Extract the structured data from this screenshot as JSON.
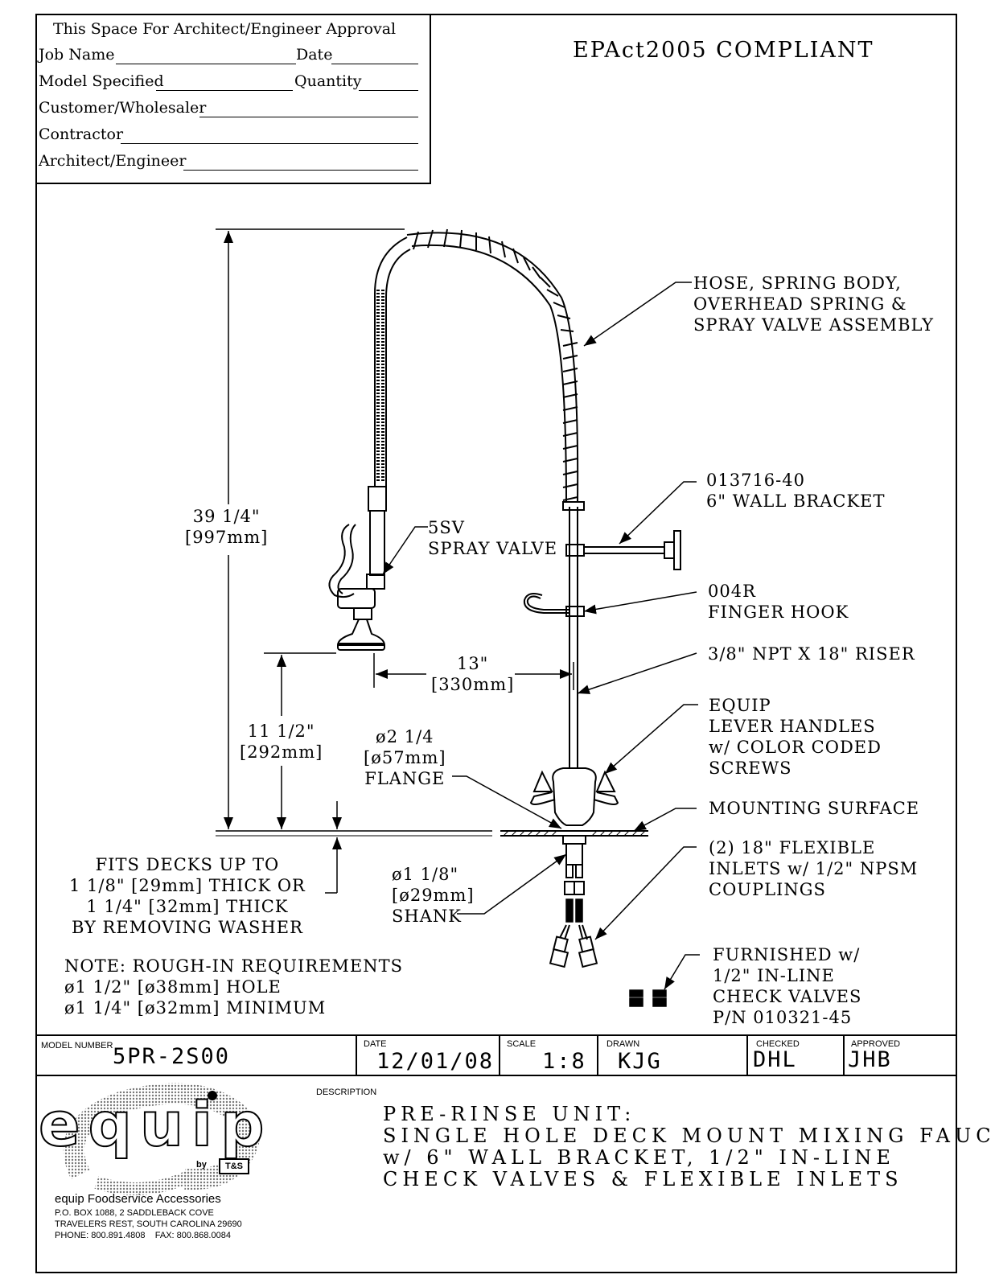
{
  "approval": {
    "title": "This Space For Architect/Engineer Approval",
    "job_name": "Job Name",
    "date": "Date",
    "model_specified": "Model Specified",
    "quantity": "Quantity",
    "customer": "Customer/Wholesaler",
    "contractor": "Contractor",
    "architect": "Architect/Engineer"
  },
  "compliance": "EPAct2005 COMPLIANT",
  "callouts": {
    "hose": "HOSE, SPRING BODY,\nOVERHEAD SPRING &\nSPRAY VALVE ASSEMBLY",
    "bracket": "013716-40\n6\" WALL BRACKET",
    "hook": "004R\nFINGER HOOK",
    "riser": "3/8\" NPT X 18\" RISER",
    "handles": "EQUIP\nLEVER HANDLES\nw/ COLOR CODED\nSCREWS",
    "mounting": "MOUNTING SURFACE",
    "inlets": "(2) 18\" FLEXIBLE\nINLETS w/ 1/2\" NPSM\nCOUPLINGS",
    "check_valves": "FURNISHED w/\n1/2\" IN-LINE\nCHECK VALVES\nP/N 010321-45",
    "spray_valve": "5SV\nSPRAY VALVE",
    "flange": "ø2 1/4\n[ø57mm]\nFLANGE",
    "shank": "ø1 1/8\"\n[ø29mm]\nSHANK"
  },
  "dimensions": {
    "height": "39 1/4\"\n[997mm]",
    "spout_height": "11 1/2\"\n[292mm]",
    "reach": "13\"\n[330mm]"
  },
  "notes": {
    "deck": "FITS DECKS UP TO\n1 1/8\" [29mm] THICK OR\n1 1/4\" [32mm] THICK\nBY REMOVING WASHER",
    "rough_in": "NOTE: ROUGH-IN REQUIREMENTS\nø1 1/2\" [ø38mm] HOLE\nø1 1/4\" [ø32mm] MINIMUM"
  },
  "title_block": {
    "model_label": "MODEL NUMBER",
    "model": "5PR-2S00",
    "date_label": "DATE",
    "date": "12/01/08",
    "scale_label": "SCALE",
    "scale": "1:8",
    "drawn_label": "DRAWN",
    "drawn": "KJG",
    "checked_label": "CHECKED",
    "checked": "DHL",
    "approved_label": "APPROVED",
    "approved": "JHB",
    "description_label": "DESCRIPTION",
    "description_lines": [
      "PRE-RINSE UNIT:",
      "SINGLE HOLE DECK MOUNT MIXING FAUCET",
      "w/ 6\" WALL BRACKET, 1/2\" IN-LINE",
      "CHECK VALVES & FLEXIBLE INLETS"
    ]
  },
  "company": {
    "logo_text": "equip",
    "by": "by",
    "maker_mark": "T&S",
    "name": "equip Foodservice Accessories",
    "address1": "P.O. BOX 1088, 2 SADDLEBACK COVE",
    "address2": "TRAVELERS REST, SOUTH CAROLINA 29690",
    "contact": "PHONE: 800.891.4808    FAX: 800.868.0084"
  }
}
